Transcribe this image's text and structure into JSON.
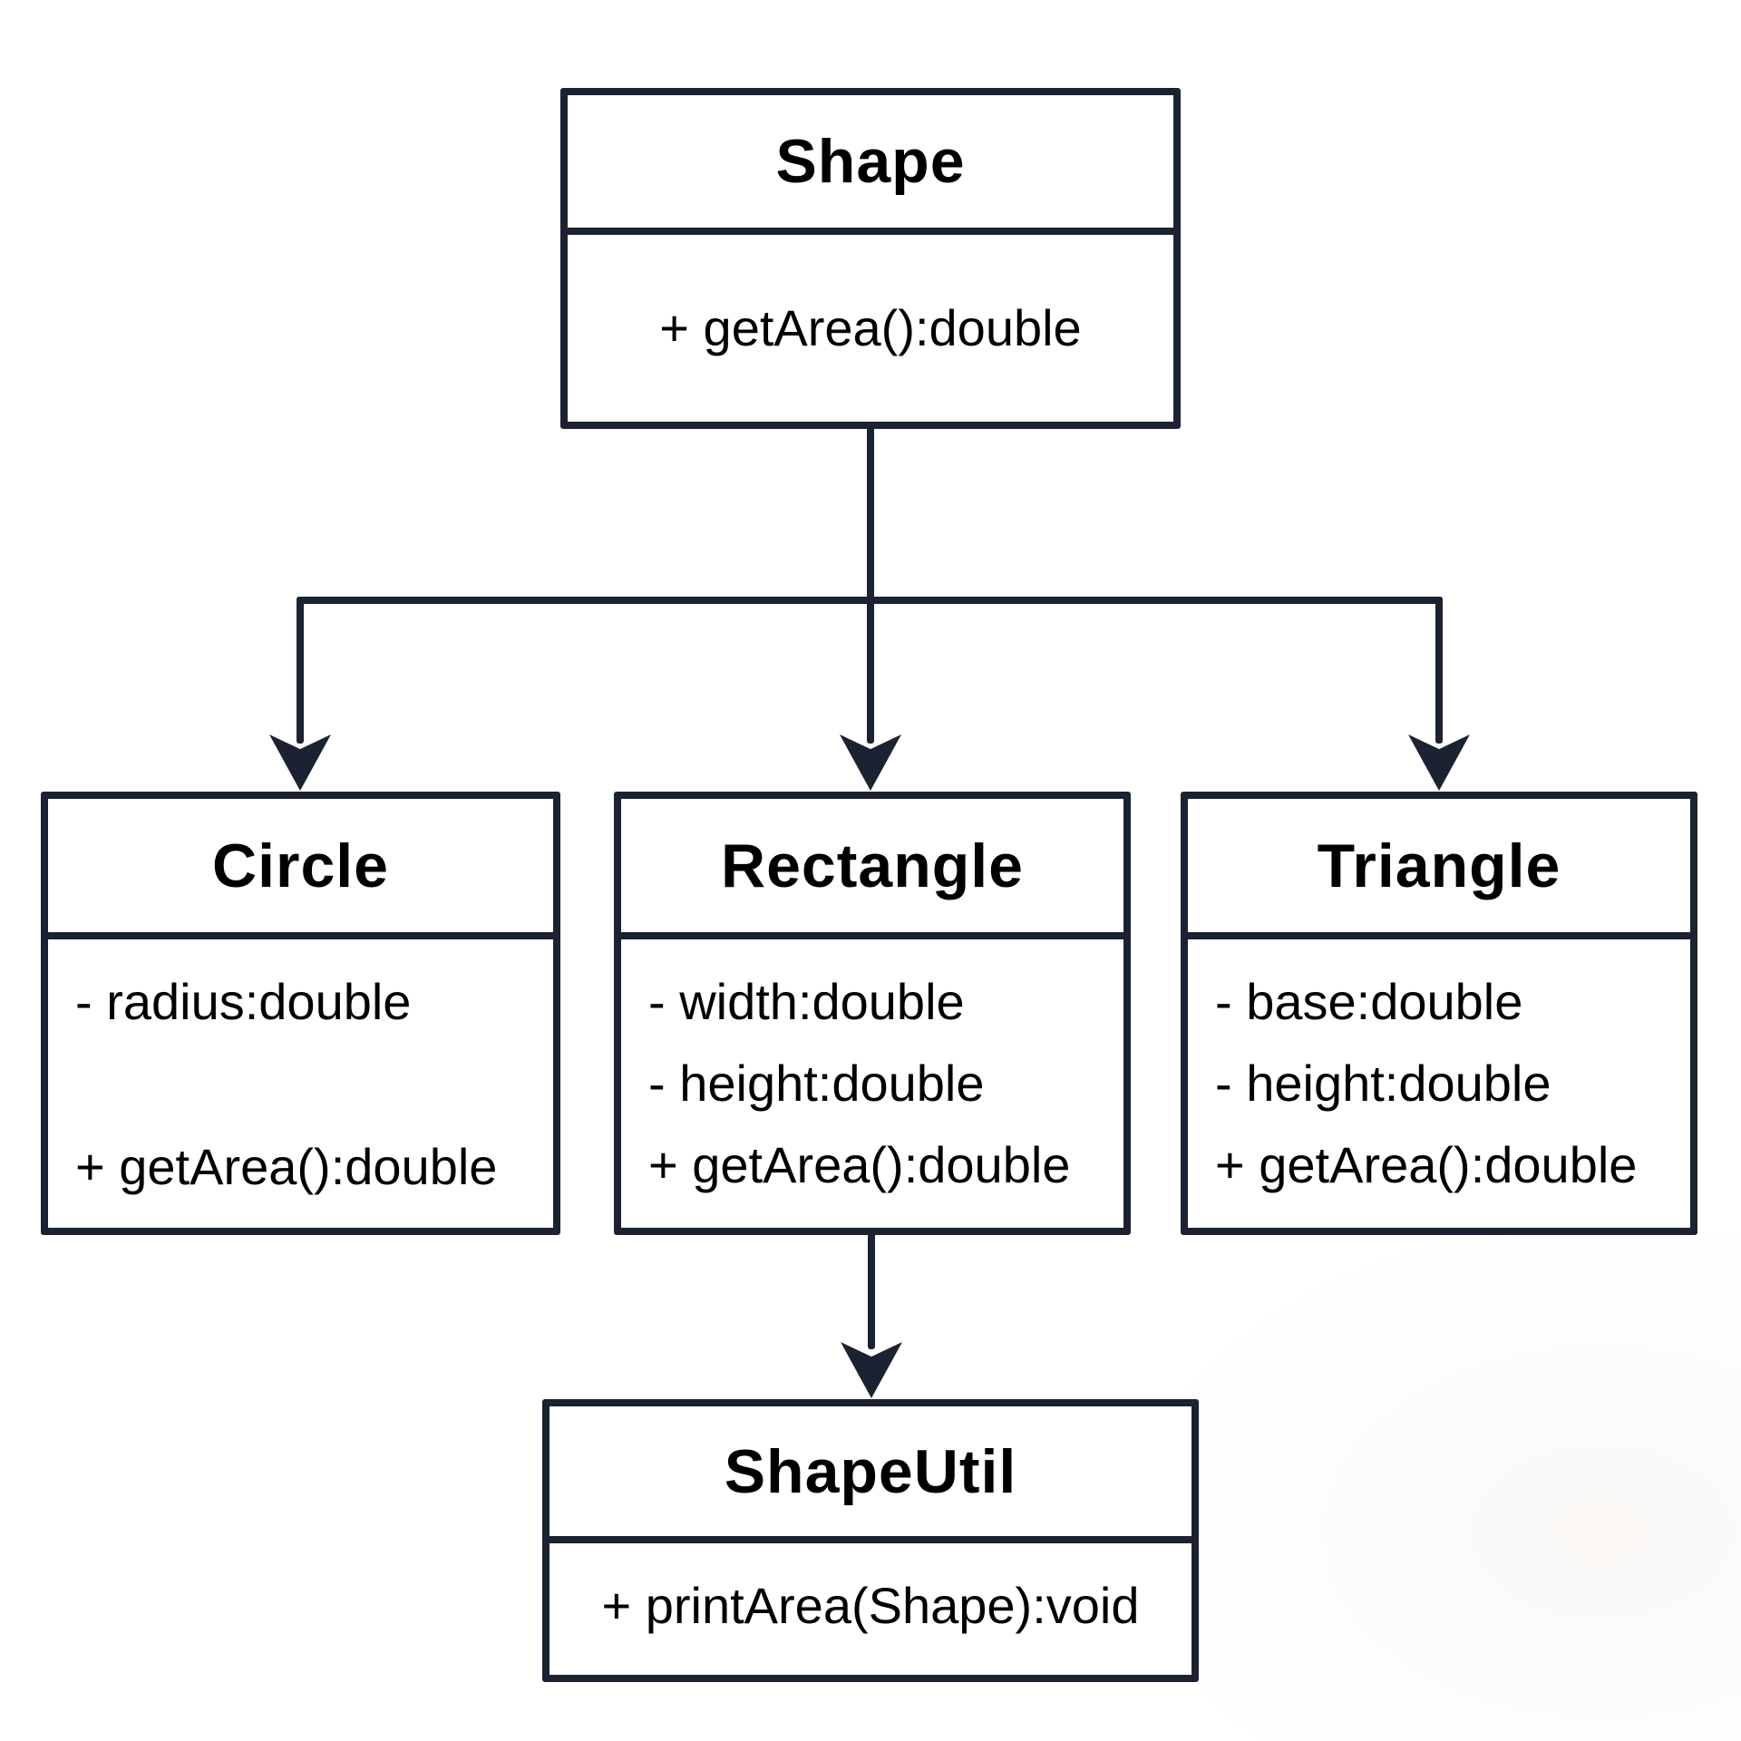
{
  "diagram": {
    "type": "uml-class-diagram",
    "colors": {
      "line": "#1b2231",
      "text": "#000000",
      "background": "#ffffff"
    },
    "classes": [
      {
        "name": "Shape",
        "attributes": [],
        "methods": [
          "+ getArea():double"
        ]
      },
      {
        "name": "Circle",
        "attributes": [
          "- radius:double"
        ],
        "methods": [
          "+ getArea():double"
        ]
      },
      {
        "name": "Rectangle",
        "attributes": [
          "- width:double",
          "- height:double"
        ],
        "methods": [
          "+ getArea():double"
        ]
      },
      {
        "name": "Triangle",
        "attributes": [
          "- base:double",
          "- height:double"
        ],
        "methods": [
          "+ getArea():double"
        ]
      },
      {
        "name": "ShapeUtil",
        "attributes": [],
        "methods": [
          "+ printArea(Shape):void"
        ]
      }
    ],
    "relationships": [
      {
        "from": "Shape",
        "to": "Circle",
        "style": "solid-arrow-down"
      },
      {
        "from": "Shape",
        "to": "Rectangle",
        "style": "solid-arrow-down"
      },
      {
        "from": "Shape",
        "to": "Triangle",
        "style": "solid-arrow-down"
      },
      {
        "from": "Rectangle",
        "to": "ShapeUtil",
        "style": "solid-arrow-down"
      }
    ]
  }
}
